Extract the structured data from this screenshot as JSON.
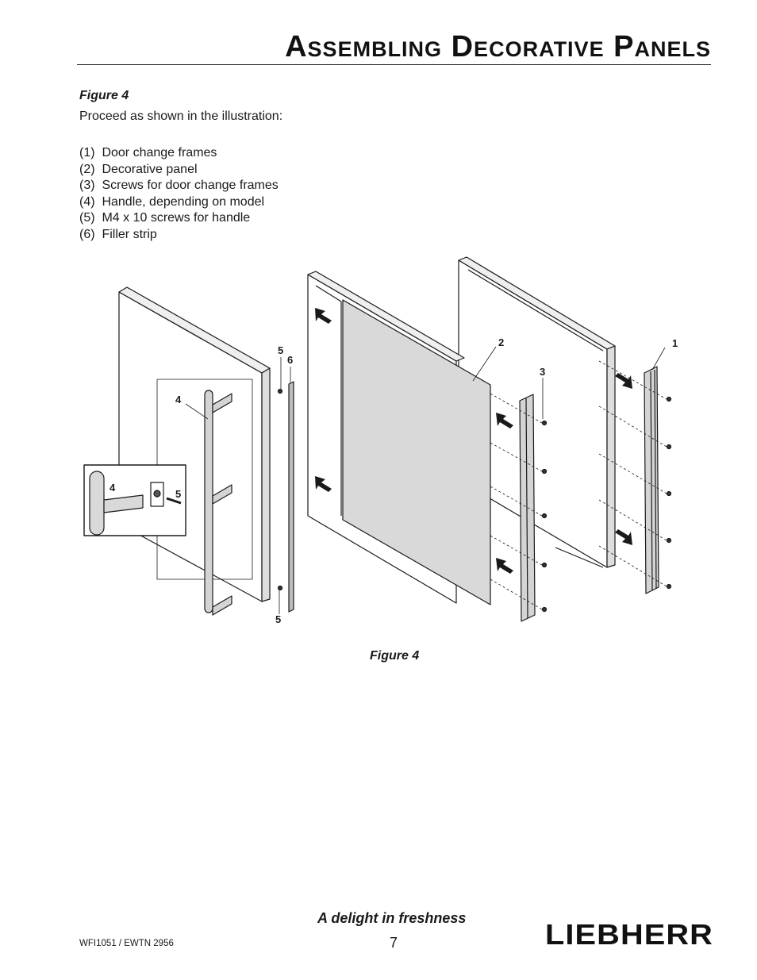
{
  "header": {
    "title": "Assembling Decorative Panels"
  },
  "intro": {
    "figure_ref": "Figure 4",
    "text": "Proceed as shown in the illustration:"
  },
  "parts": [
    {
      "num": "(1)",
      "label": "Door change frames"
    },
    {
      "num": "(2)",
      "label": "Decorative panel"
    },
    {
      "num": "(3)",
      "label": "Screws for door change frames"
    },
    {
      "num": "(4)",
      "label": "Handle, depending on model"
    },
    {
      "num": "(5)",
      "label": "M4 x 10 screws for handle"
    },
    {
      "num": "(6)",
      "label": "Filler strip"
    }
  ],
  "figure": {
    "callouts": {
      "frame": "1",
      "panel": "2",
      "screws": "3",
      "handle": "4",
      "handle_screws": "5",
      "filler": "6"
    },
    "caption": "Figure 4"
  },
  "footer": {
    "tagline": "A delight in freshness",
    "page_number": "7",
    "doc_id": "WFI1051 / EWTN 2956",
    "brand": "LIEBHERR"
  },
  "colors": {
    "panel_gray": "#d9d9d9",
    "ink": "#1a1a1a"
  }
}
